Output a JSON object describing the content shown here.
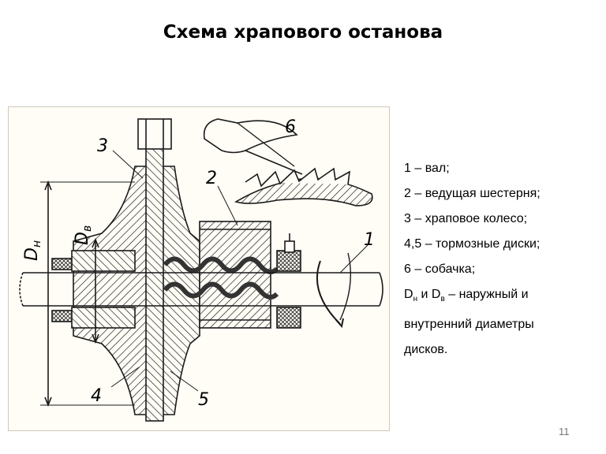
{
  "title": "Схема храпового останова",
  "figure": {
    "labels": {
      "shaft": "1",
      "gear": "2",
      "ratchet": "3",
      "disc_left": "4",
      "disc_right": "5",
      "pawl": "6",
      "d_outer": "D",
      "d_outer_sub": "н",
      "d_inner": "D",
      "d_inner_sub": "в"
    }
  },
  "legend": {
    "items": [
      "1 – вал;",
      "2 – ведущая шестерня;",
      "3 – храповое колесо;",
      "4,5 – тормозные диски;",
      "6 – собачка;"
    ],
    "dn_d": "D",
    "dn_sub": "н",
    "dn_mid": " и ",
    "dv_d": "D",
    "dv_sub": "в",
    "dn_rest": " – наружный и",
    "line7": "внутренний диаметры",
    "line8": "дисков."
  },
  "page_number": "11",
  "colors": {
    "background": "#ffffff",
    "figure_bg": "#fffdf6",
    "ink": "#1a1a1a"
  }
}
